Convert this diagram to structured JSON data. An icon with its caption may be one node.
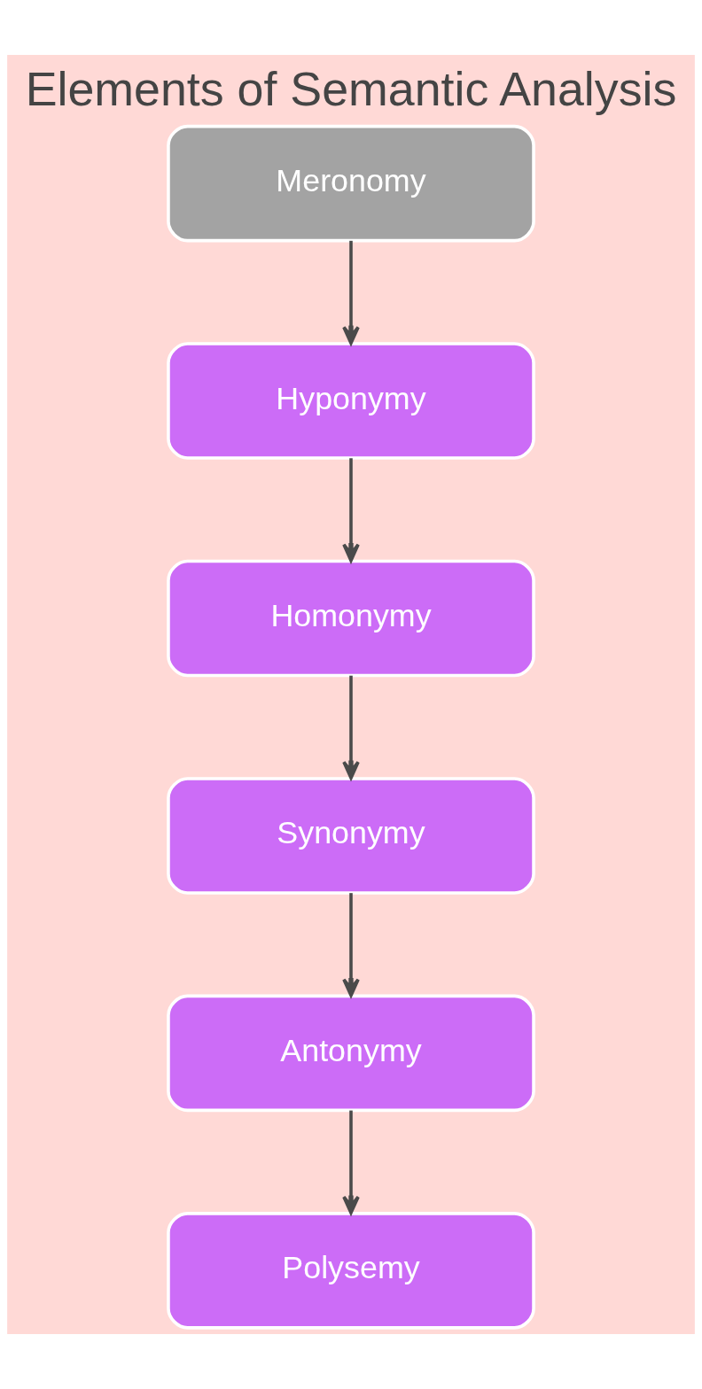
{
  "diagram": {
    "title": "Elements of Semantic Analysis",
    "nodes": [
      {
        "text": [
          "Meronomy"
        ]
      },
      {
        "text": [
          "Hyponymy"
        ]
      },
      {
        "text": [
          "Homonymy"
        ]
      },
      {
        "text": [
          "Synonymy"
        ]
      },
      {
        "text": [
          "Antonymy"
        ]
      },
      {
        "text": [
          "Polysemy"
        ]
      }
    ],
    "edges": [
      {
        "from": 0,
        "to": 1,
        "arrow": "to"
      },
      {
        "from": 1,
        "to": 2,
        "arrow": "to"
      },
      {
        "from": 2,
        "to": 3,
        "arrow": "to"
      },
      {
        "from": 3,
        "to": 4,
        "arrow": "to"
      },
      {
        "from": 4,
        "to": 5,
        "arrow": "to"
      }
    ]
  }
}
